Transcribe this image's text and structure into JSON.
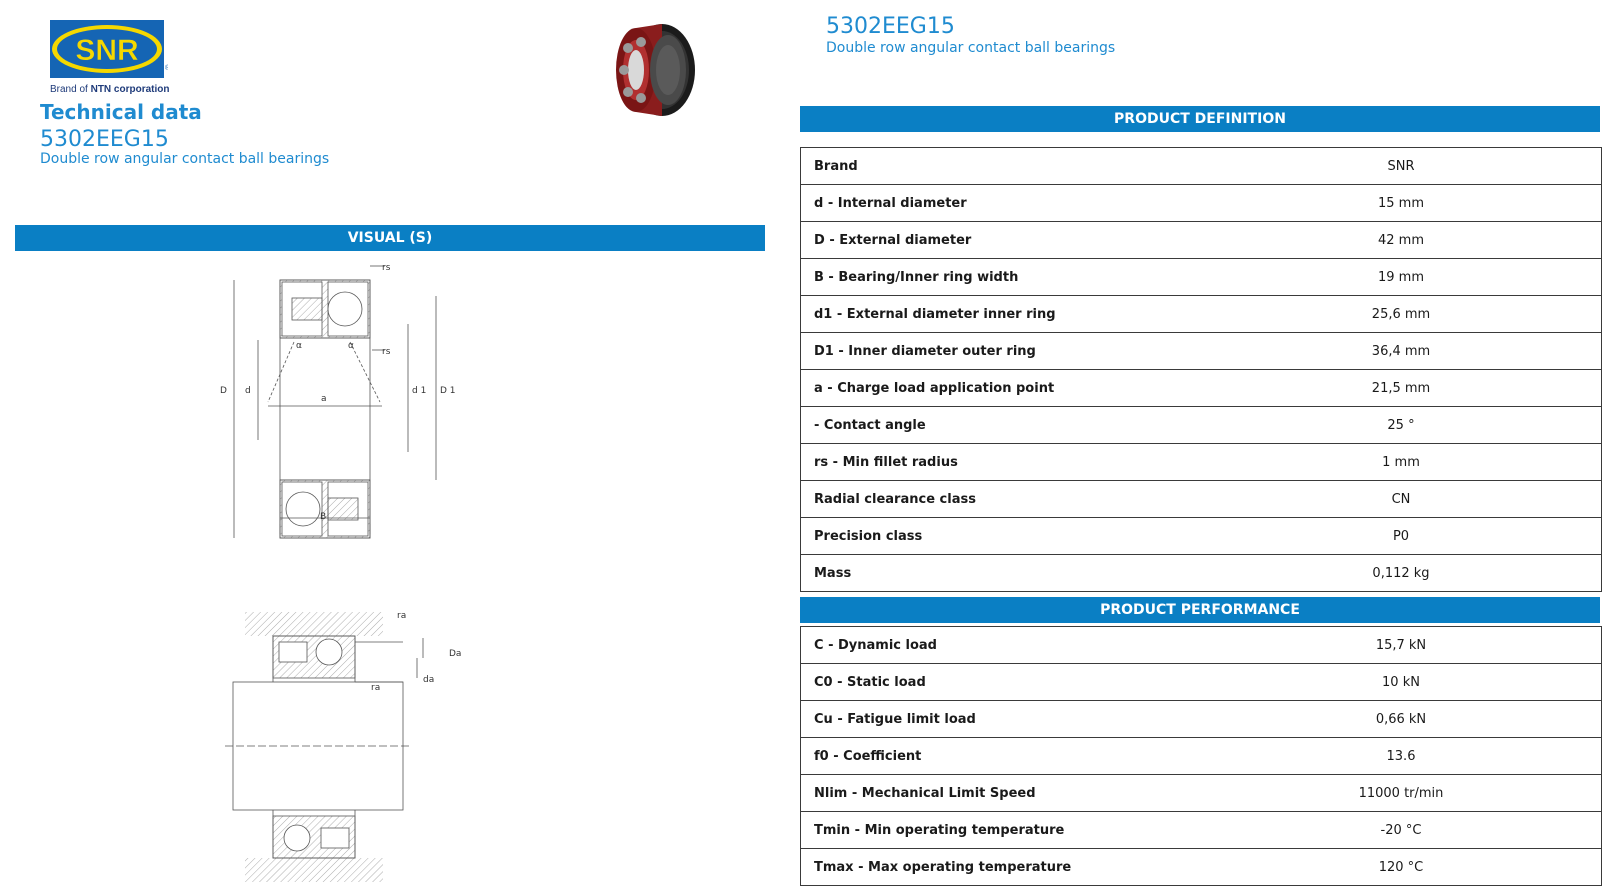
{
  "brand": {
    "logo_text": "SNR",
    "tagline_prefix": "Brand of ",
    "tagline_bold": "NTN corporation",
    "colors": {
      "accent": "#0a7fc4",
      "title": "#1f8bd0",
      "logo_blue": "#1565b4",
      "logo_yellow": "#f5d800"
    }
  },
  "header": {
    "tech_title": "Technical data",
    "reference": "5302EEG15",
    "description": "Double row angular contact ball bearings"
  },
  "visual": {
    "bar_label": "VISUAL (S)",
    "drawing1_labels": {
      "rs_top": "rs",
      "alpha1": "α",
      "alpha2": "α",
      "rs_mid": "rs",
      "D": "D",
      "d": "d",
      "a": "a",
      "d1": "d 1",
      "D1": "D 1",
      "B": "B"
    },
    "drawing2_labels": {
      "ra_top": "ra",
      "Da": "Da",
      "ra_mid": "ra",
      "da": "da"
    }
  },
  "product_definition": {
    "title": "PRODUCT DEFINITION",
    "rows": [
      {
        "k": "Brand",
        "v": "SNR"
      },
      {
        "k": "d - Internal diameter",
        "v": "15 mm"
      },
      {
        "k": "D - External diameter",
        "v": "42 mm"
      },
      {
        "k": "B - Bearing/Inner ring width",
        "v": "19 mm"
      },
      {
        "k": "d1 - External diameter inner ring",
        "v": "25,6 mm"
      },
      {
        "k": "D1 - Inner diameter outer ring",
        "v": "36,4 mm"
      },
      {
        "k": "a - Charge load application point",
        "v": "21,5 mm"
      },
      {
        "k": " - Contact angle",
        "v": "25 °"
      },
      {
        "k": "rs - Min fillet radius",
        "v": "1 mm"
      },
      {
        "k": "Radial clearance class",
        "v": "CN"
      },
      {
        "k": "Precision class",
        "v": "P0"
      },
      {
        "k": "Mass",
        "v": "0,112 kg"
      }
    ]
  },
  "product_performance": {
    "title": "PRODUCT PERFORMANCE",
    "rows": [
      {
        "k": "C - Dynamic load",
        "v": "15,7 kN"
      },
      {
        "k": "C0 - Static load",
        "v": "10 kN"
      },
      {
        "k": "Cu - Fatigue limit load",
        "v": "0,66 kN"
      },
      {
        "k": "f0 - Coefficient",
        "v": "13.6"
      },
      {
        "k": "Nlim - Mechanical Limit Speed",
        "v": "11000 tr/min"
      },
      {
        "k": "Tmin - Min operating temperature",
        "v": "-20 °C"
      },
      {
        "k": "Tmax - Max operating temperature",
        "v": "120 °C"
      }
    ]
  }
}
